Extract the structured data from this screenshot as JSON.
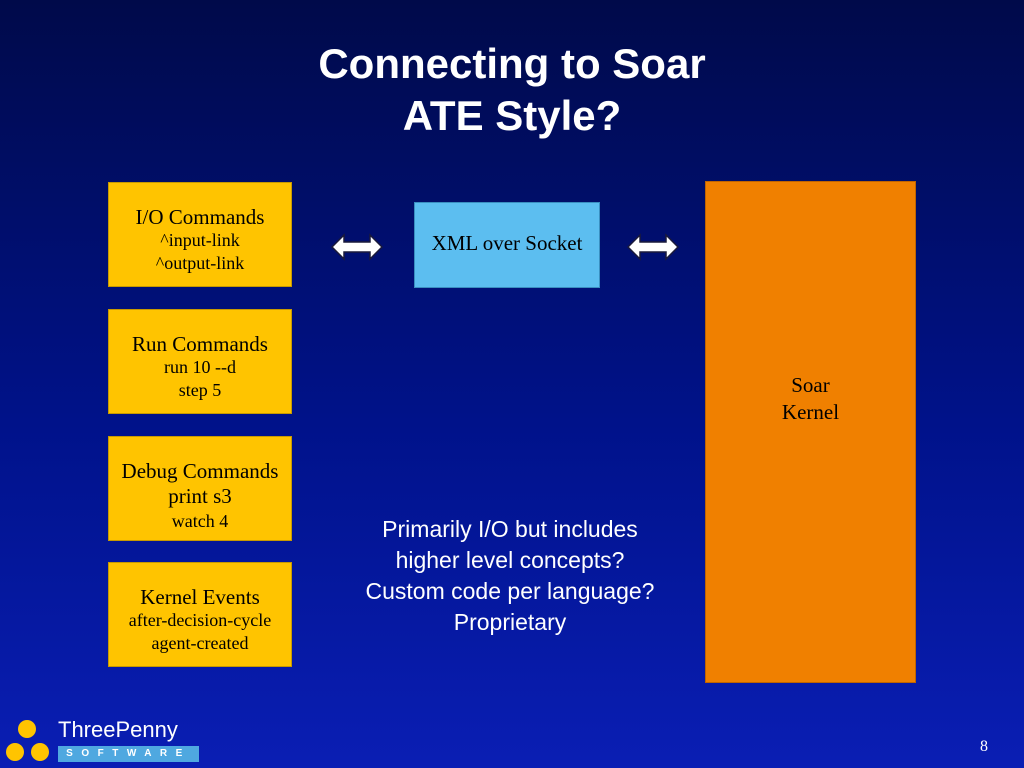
{
  "slide": {
    "title_line1": "Connecting to Soar",
    "title_line2": "ATE Style?",
    "page_number": "8"
  },
  "boxes": [
    {
      "main": "I/O Commands",
      "sub1": "^input-link",
      "sub2": "^output-link"
    },
    {
      "main": "Run Commands",
      "sub1": "run 10 --d",
      "sub2": "step 5"
    },
    {
      "main": "Debug Commands",
      "sub1": "print s3",
      "sub2": "watch 4"
    },
    {
      "main": "Kernel Events",
      "sub1": "after-decision-cycle",
      "sub2": "agent-created"
    }
  ],
  "middle_box": {
    "label": "XML over Socket"
  },
  "kernel_box": {
    "line1": "Soar",
    "line2": "Kernel"
  },
  "note": {
    "line1": "Primarily I/O but includes",
    "line2": "higher level concepts?",
    "line3": "Custom code per language?",
    "line4": "Proprietary"
  },
  "logo": {
    "brand": "ThreePenny",
    "tagline": "SOFTWARE"
  },
  "colors": {
    "background": "#00128a",
    "command_box": "#ffc400",
    "xml_box": "#5cbef0",
    "kernel_box": "#f08000",
    "text_light": "#ffffff"
  },
  "icons": [
    "double-arrow-icon",
    "double-arrow-icon"
  ]
}
